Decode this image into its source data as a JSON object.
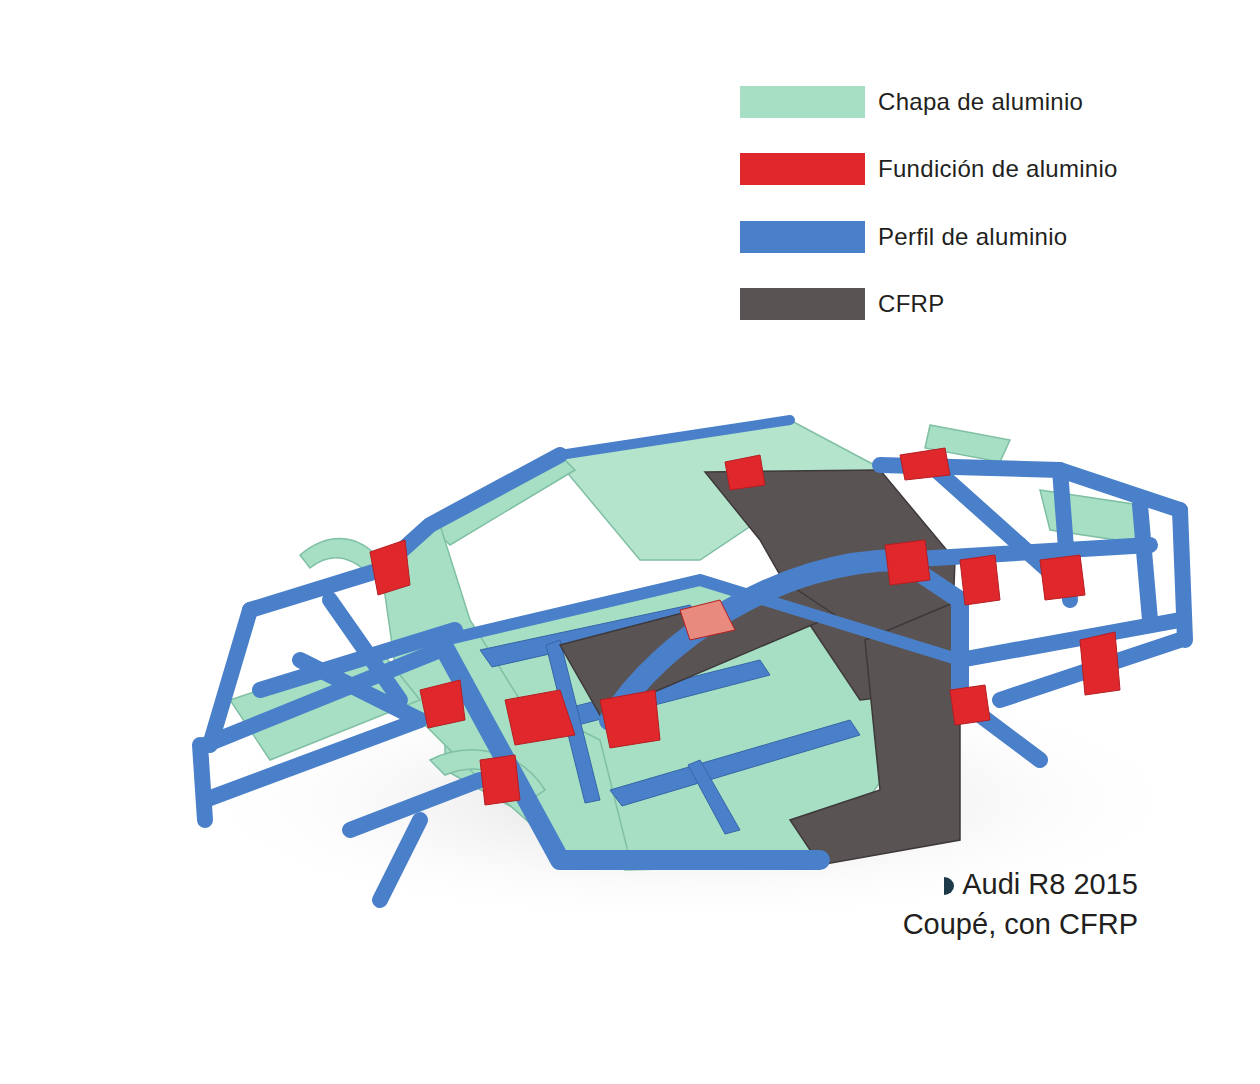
{
  "diagram": {
    "caption": "Audi R8 2015 Coupé, con CFRP",
    "legend": [
      {
        "text": "Chapa de aluminio",
        "color": "#a6dfc3"
      },
      {
        "text": "Fundición de aluminio",
        "color": "#e0282c"
      },
      {
        "text": "Perfil de aluminio",
        "color": "#4a80c9"
      },
      {
        "text": "CFRP",
        "color": "#5a5354"
      }
    ]
  }
}
